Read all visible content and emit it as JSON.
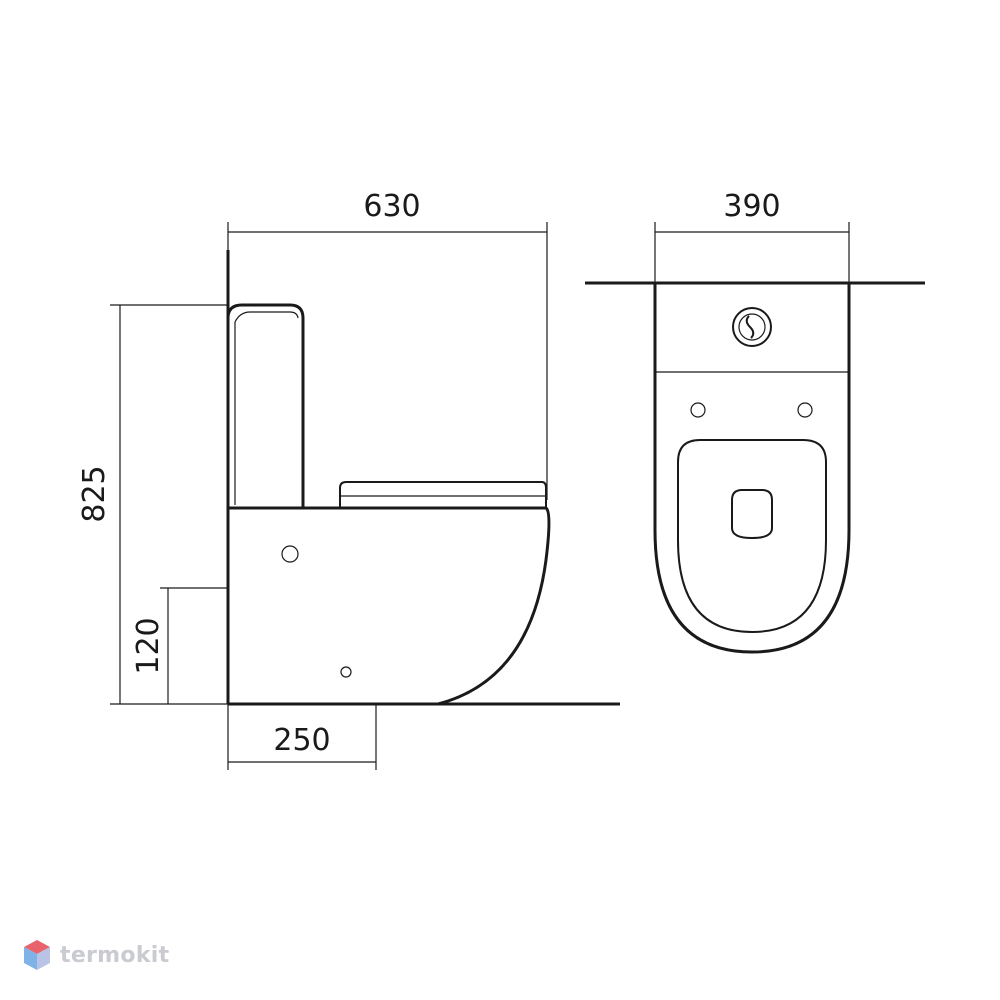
{
  "dimensions": {
    "width_side": "630",
    "width_front": "390",
    "height_total": "825",
    "height_outlet": "120",
    "outlet_offset": "250"
  },
  "brand": {
    "name": "termokit",
    "accent_colors": [
      "#e8636b",
      "#7fb2e6",
      "#b9c3e6"
    ]
  }
}
